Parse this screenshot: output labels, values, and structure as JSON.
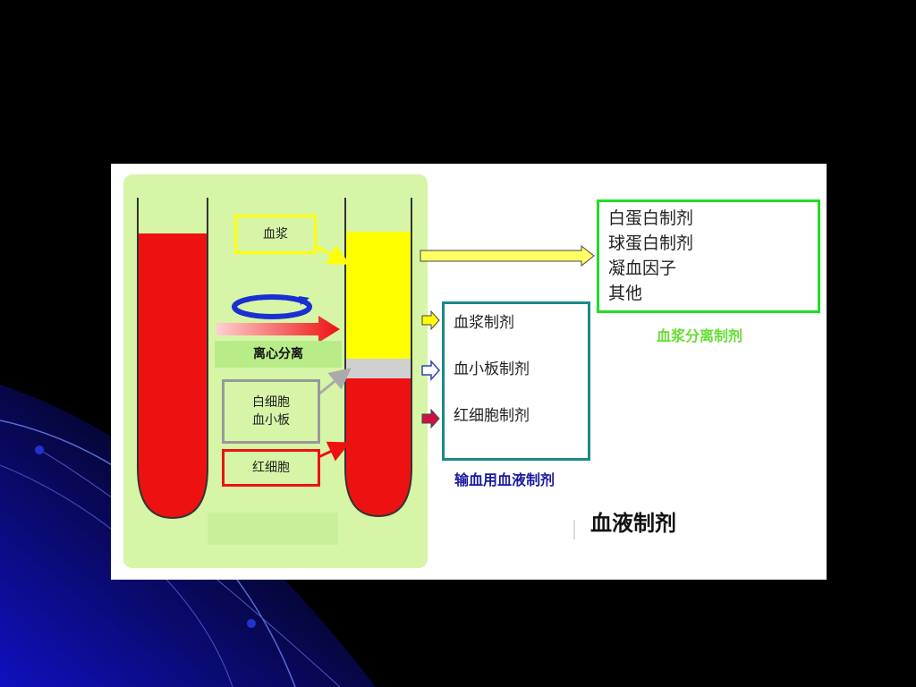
{
  "left_labels": {
    "plasma": "血浆",
    "centrifuge": "离心分离",
    "wbc_platelet_line1": "白细胞",
    "wbc_platelet_line2": "血小板",
    "rbc": "红细胞"
  },
  "transfusion_box": {
    "items": [
      "血浆制剂",
      "血小板制剂",
      "红细胞制剂"
    ],
    "caption": "输血用血液制剂"
  },
  "plasma_fraction_box": {
    "items": [
      "白蛋白制剂",
      "球蛋白制剂",
      "凝血因子",
      "其他"
    ],
    "caption": "血浆分离制剂"
  },
  "main_title": "血液制剂",
  "colors": {
    "plasma": "#ffff00",
    "blood": "#ee1111",
    "panel_green": "#d6f5a6",
    "plasma_fraction_border": "#22dd22",
    "transfusion_border": "#1a8a8a",
    "transfusion_caption": "#1a1aa0",
    "plasma_fraction_caption": "#66dd33"
  },
  "icons": [
    "centrifuge-rotation-icon",
    "arrow-right-icon"
  ]
}
